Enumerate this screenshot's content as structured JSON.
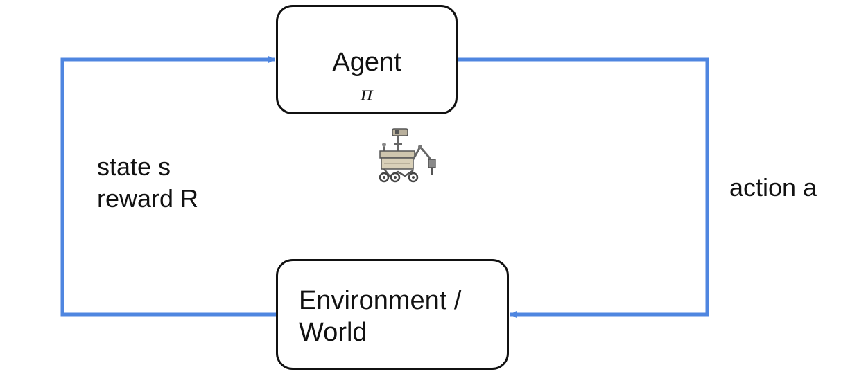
{
  "agent": {
    "title": "Agent",
    "policy_symbol": "π"
  },
  "environment": {
    "title": "Environment /",
    "title_line2": "World"
  },
  "feedback": {
    "state_label": "state s",
    "reward_label": "reward R"
  },
  "action": {
    "label": "action a"
  },
  "colors": {
    "arrow": "#4f86e0",
    "box_border": "#111111",
    "text": "#111111",
    "background": "#ffffff"
  },
  "icons": {
    "agent_illustration": "mars-rover-icon"
  }
}
